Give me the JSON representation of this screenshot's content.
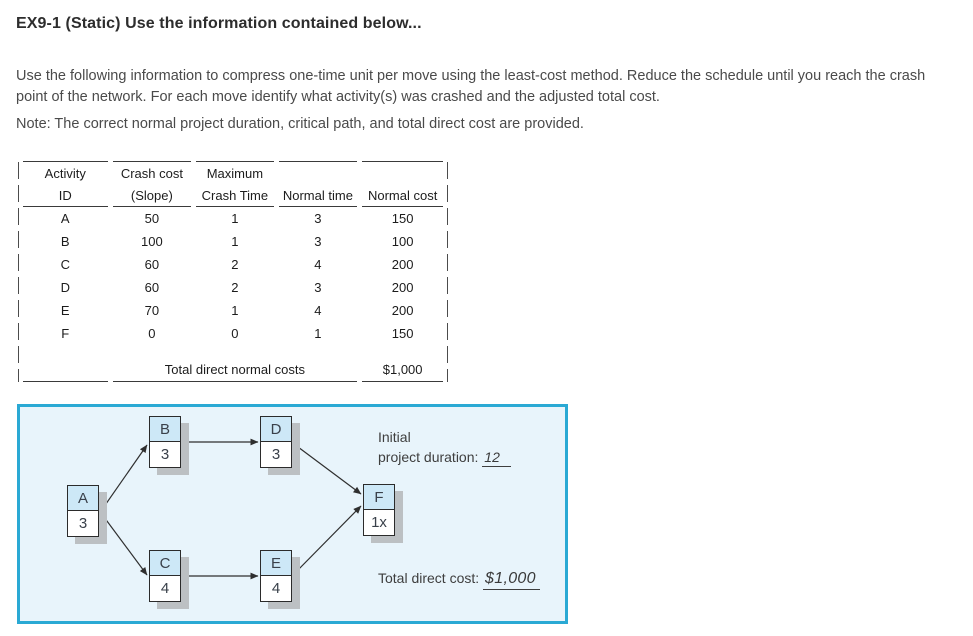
{
  "page": {
    "title": "EX9-1 (Static) Use the information contained below...",
    "instructions": "Use the following information to compress one-time unit per move using the least-cost method. Reduce the schedule until you reach the crash point of the network. For each move identify what activity(s) was crashed and the adjusted total cost.",
    "note": "Note: The correct normal project duration, critical path, and total direct cost are provided."
  },
  "table": {
    "header_row1": [
      "Activity",
      "Crash cost",
      "Maximum",
      "",
      ""
    ],
    "header_row2": [
      "ID",
      "(Slope)",
      "Crash Time",
      "Normal time",
      "Normal cost"
    ],
    "rows": [
      {
        "id": "A",
        "slope": "50",
        "max_crash_time": "1",
        "normal_time": "3",
        "normal_cost": "150"
      },
      {
        "id": "B",
        "slope": "100",
        "max_crash_time": "1",
        "normal_time": "3",
        "normal_cost": "100"
      },
      {
        "id": "C",
        "slope": "60",
        "max_crash_time": "2",
        "normal_time": "4",
        "normal_cost": "200"
      },
      {
        "id": "D",
        "slope": "60",
        "max_crash_time": "2",
        "normal_time": "3",
        "normal_cost": "200"
      },
      {
        "id": "E",
        "slope": "70",
        "max_crash_time": "1",
        "normal_time": "4",
        "normal_cost": "200"
      },
      {
        "id": "F",
        "slope": "0",
        "max_crash_time": "0",
        "normal_time": "1",
        "normal_cost": "150"
      }
    ],
    "footer": {
      "label": "Total direct normal costs",
      "value": "$1,000"
    }
  },
  "network": {
    "nodes": [
      {
        "id": "A",
        "value": "3"
      },
      {
        "id": "B",
        "value": "3"
      },
      {
        "id": "C",
        "value": "4"
      },
      {
        "id": "D",
        "value": "3"
      },
      {
        "id": "E",
        "value": "4"
      },
      {
        "id": "F",
        "value": "1x"
      }
    ],
    "edges": [
      {
        "from": "A",
        "to": "B"
      },
      {
        "from": "A",
        "to": "C"
      },
      {
        "from": "B",
        "to": "D"
      },
      {
        "from": "C",
        "to": "E"
      },
      {
        "from": "D",
        "to": "F"
      },
      {
        "from": "E",
        "to": "F"
      }
    ],
    "duration_label_line1": "Initial",
    "duration_label_line2": "project duration:",
    "duration_value": "12",
    "total_cost_label": "Total direct cost:",
    "total_cost_value": "$1,000"
  },
  "colors": {
    "figure_border": "#2aa9d4",
    "figure_background": "#e8f4fb",
    "node_header_fill": "#cde8f7",
    "node_shadow": "#bcc0c3",
    "text_primary": "#2d2d2d",
    "text_body": "#4a4a4a"
  }
}
